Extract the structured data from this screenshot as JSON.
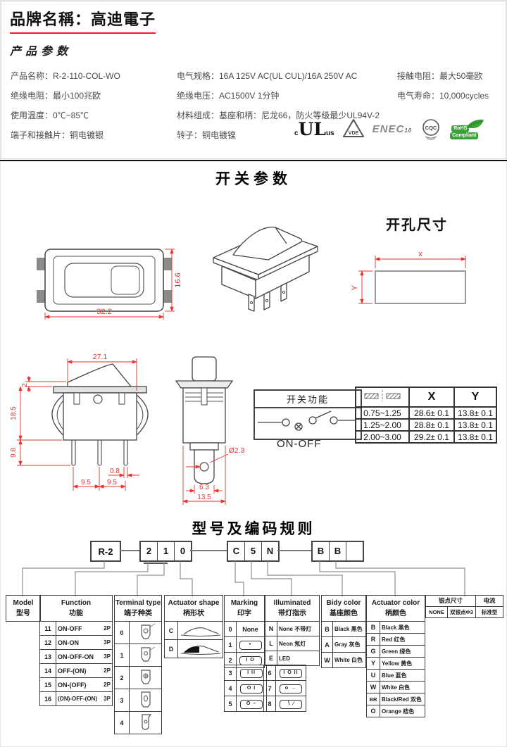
{
  "page": {
    "brand_title": "品牌名稱：高迪電子",
    "section_product_params": "产品参数",
    "title_switch_params": "开关参数",
    "title_coding": "型号及编码规则"
  },
  "specs": {
    "col1": [
      "产品名称：R-2-110-COL-WO",
      "绝缘电阻：最小100兆欧",
      "使用温度：0℃~85℃",
      "端子和接触片：铜电镀银"
    ],
    "col2": [
      "电气规格：16A 125V AC(UL CUL)/16A 250V AC",
      "绝缘电压：AC1500V 1分钟",
      "材料组成：基座和柄：尼龙66，防火等级最少UL94V-2",
      "转子：铜电镀镍"
    ],
    "col3": [
      "接触电阻：最大50毫欧",
      "电气寿命：10,000cycles"
    ]
  },
  "certs": {
    "ul_c": "c",
    "ul": "UL",
    "ul_us": "us",
    "vde": "VDE",
    "enec": "ENEC",
    "enec_num": "10",
    "cqc": "CQC",
    "rohs_line1": "RoHS",
    "rohs_line2": "Compliant"
  },
  "drawings": {
    "top_view": {
      "w": "32.2",
      "h": "16.6"
    },
    "hole": {
      "title": "开孔尺寸",
      "x": "x",
      "y": "Y"
    },
    "side": {
      "d27": "27.1",
      "d2": "2",
      "d185": "18.5",
      "d98": "9.8",
      "d08": "0.8",
      "d95a": "9.5",
      "d95b": "9.5"
    },
    "end": {
      "dia": "Ø2.3",
      "d63": "6.3",
      "d135": "13.5"
    },
    "func": {
      "title": "开关功能",
      "mode": "ON-OFF"
    },
    "xy": {
      "x": "X",
      "y": "Y",
      "rows": [
        [
          "0.75~1.25",
          "28.6± 0.1",
          "13.8± 0.1"
        ],
        [
          "1.25~2.00",
          "28.8± 0.1",
          "13.8± 0.1"
        ],
        [
          "2.00~3.00",
          "29.2± 0.1",
          "13.8± 0.1"
        ]
      ]
    }
  },
  "coding": {
    "box1": "R-2",
    "box2": [
      "2",
      "1",
      "0"
    ],
    "box3": [
      "C",
      "5",
      "N"
    ],
    "box4": [
      "B",
      "B",
      ""
    ],
    "model": {
      "en": "Model",
      "zh": "型号"
    },
    "function": {
      "en": "Function",
      "zh": "功能",
      "rows": [
        [
          "11",
          "ON-OFF",
          "2P"
        ],
        [
          "12",
          "ON-ON",
          "3P"
        ],
        [
          "13",
          "ON-OFF-ON",
          "3P"
        ],
        [
          "14",
          "OFF-(ON)",
          "2P"
        ],
        [
          "15",
          "ON-(OFF)",
          "2P"
        ],
        [
          "16",
          "(ON)-OFF-(ON)",
          "3P"
        ]
      ]
    },
    "terminal": {
      "en": "Terminal type",
      "zh": "端子种类",
      "codes": [
        "0",
        "1",
        "2",
        "3",
        "4"
      ]
    },
    "shape": {
      "en": "Actuator shape",
      "zh": "柄形状",
      "codes": [
        "C",
        "D"
      ]
    },
    "marking": {
      "en": "Marking",
      "zh": "印字",
      "rows": [
        [
          "0",
          "None"
        ],
        [
          "1",
          "•"
        ],
        [
          "2",
          "I O"
        ],
        [
          "3",
          "I II"
        ],
        [
          "4",
          "O I"
        ],
        [
          "5",
          "O –"
        ],
        [
          "6",
          "I O II"
        ],
        [
          "7",
          "o →"
        ],
        [
          "8",
          "∖ ∕"
        ]
      ]
    },
    "illuminated": {
      "en": "Illuminated",
      "zh": "带灯指示",
      "rows": [
        [
          "N",
          "None 不带灯"
        ],
        [
          "L",
          "Neon 氖灯"
        ],
        [
          "E",
          "LED"
        ]
      ]
    },
    "body_color": {
      "en": "Bidy color",
      "zh": "基座颜色",
      "rows": [
        [
          "B",
          "Black 黑色"
        ],
        [
          "A",
          "Gray 灰色"
        ],
        [
          "W",
          "White 白色"
        ]
      ]
    },
    "actuator_color": {
      "en": "Actuator color",
      "zh": "柄颜色",
      "rows": [
        [
          "B",
          "Black 黑色"
        ],
        [
          "R",
          "Red 红色"
        ],
        [
          "G",
          "Green 绿色"
        ],
        [
          "Y",
          "Yellow 黄色"
        ],
        [
          "U",
          "Blue 蓝色"
        ],
        [
          "W",
          "White 白色"
        ],
        [
          "BR",
          "Black/Red 双色"
        ],
        [
          "O",
          "Orange 桔色"
        ]
      ]
    },
    "silver": {
      "h1": "银点尺寸",
      "h2": "电流",
      "r1": "NONE",
      "r2": "双银点Φ3",
      "r3": "标准型"
    }
  },
  "colors": {
    "accent_red": "#e8322e",
    "rohs_green": "#3aa337"
  }
}
